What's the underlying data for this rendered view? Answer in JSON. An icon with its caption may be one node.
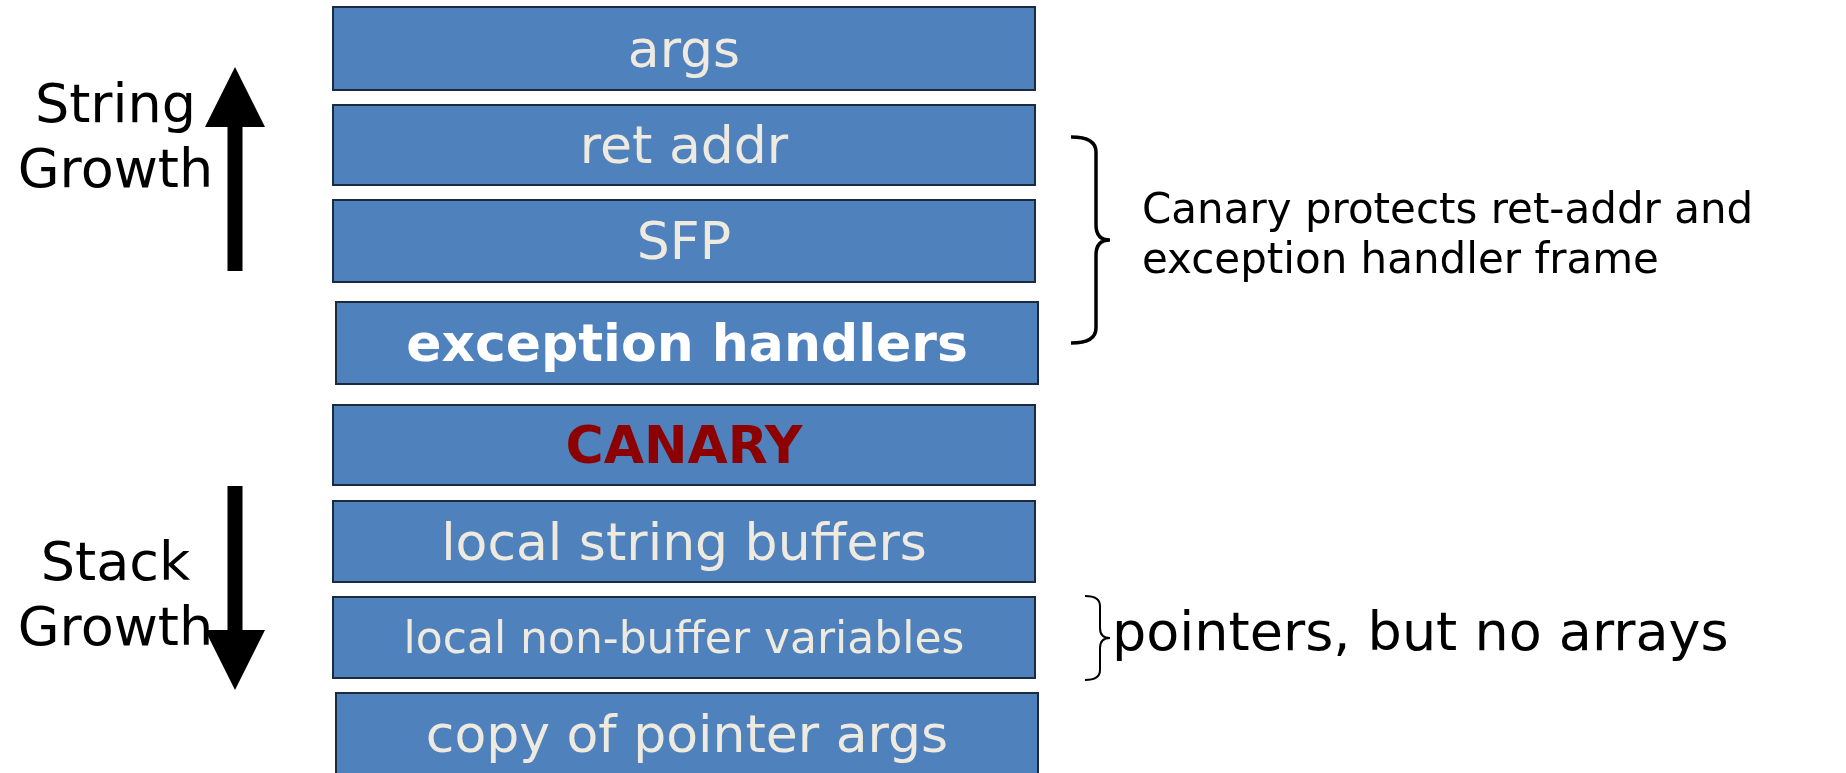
{
  "diagram": {
    "nodes": [
      {
        "text": [
          "args"
        ]
      },
      {
        "text": [
          "ret addr"
        ]
      },
      {
        "text": [
          "SFP"
        ]
      },
      {
        "text": [
          "exception handlers"
        ]
      },
      {
        "text": [
          "CANARY"
        ]
      },
      {
        "text": [
          "local string buffers"
        ]
      },
      {
        "text": [
          "local non-buffer variables"
        ]
      },
      {
        "text": [
          "copy of pointer args"
        ]
      }
    ],
    "labels": [
      "String Growth",
      "Stack Growth",
      "Canary protects ret-addr and exception handler frame",
      "pointers, but no arrays"
    ]
  }
}
